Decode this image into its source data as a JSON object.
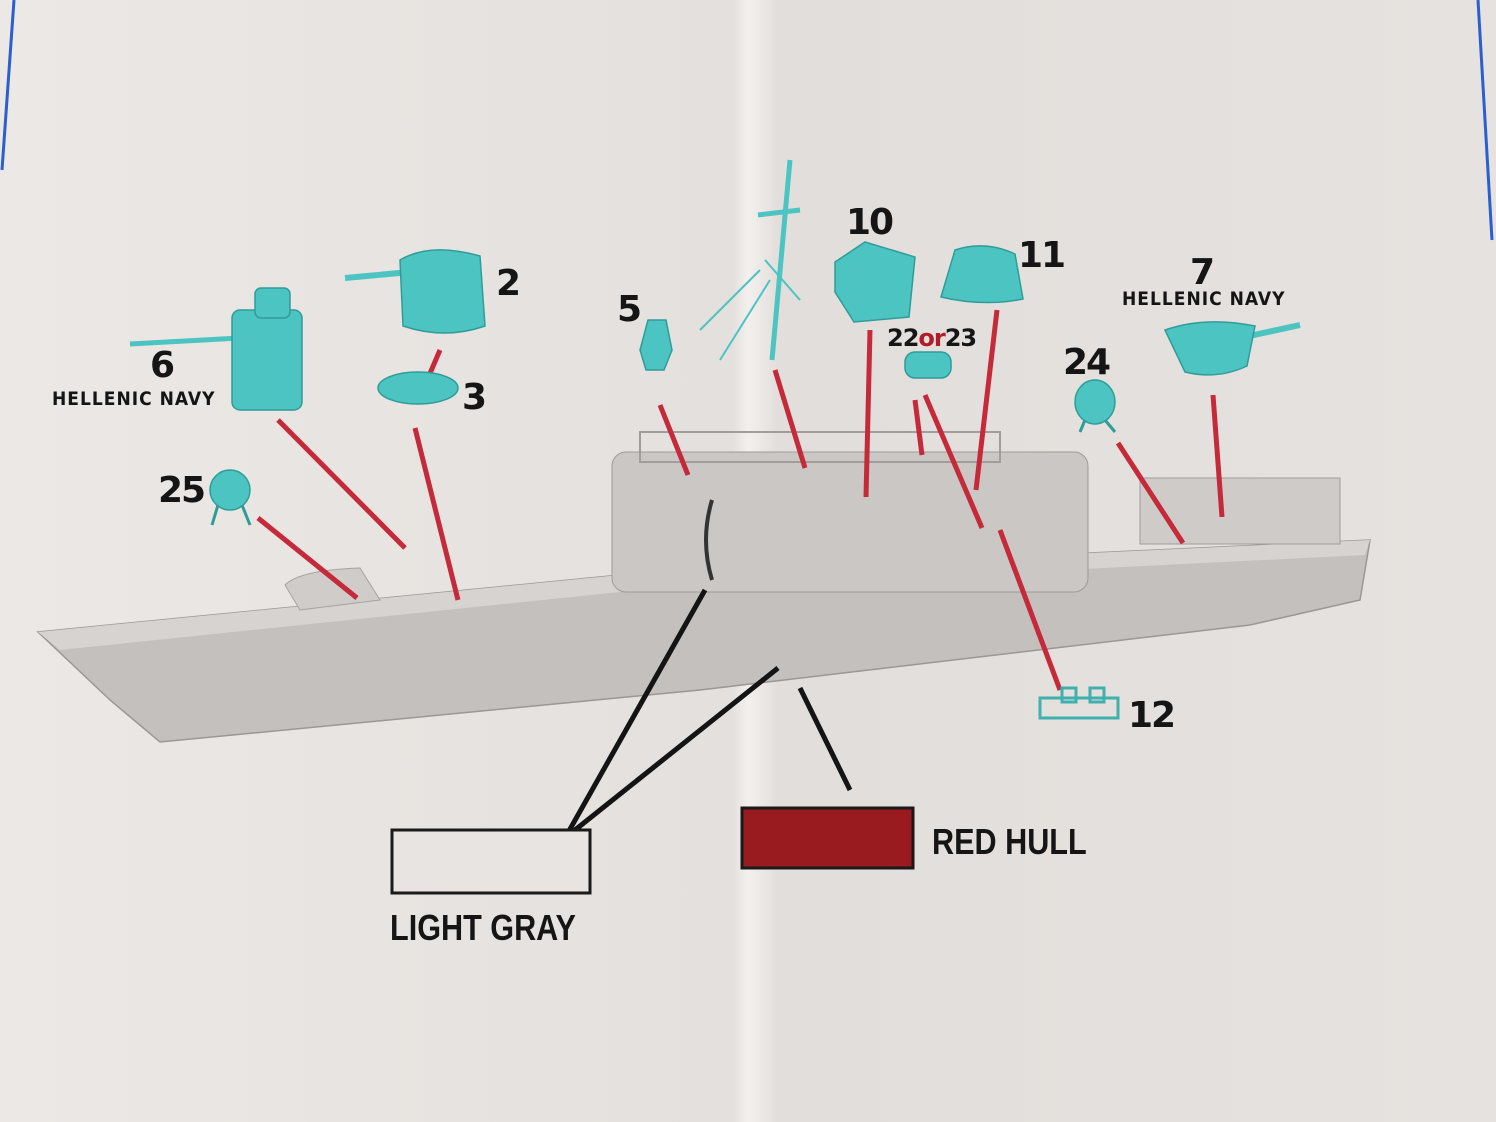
{
  "diagram": {
    "parts": {
      "p2": "2",
      "p3": "3",
      "p5": "5",
      "p6": "6",
      "p7": "7",
      "p10": "10",
      "p11": "11",
      "p12": "12",
      "p22": "22",
      "p_or": "or",
      "p23": "23",
      "p24": "24",
      "p25": "25"
    },
    "captions": {
      "hellenic_navy_6": "HELLENIC NAVY",
      "hellenic_navy_7": "HELLENIC NAVY"
    },
    "legend": {
      "light_gray": "LIGHT GRAY",
      "red_hull": "RED HULL"
    },
    "colors": {
      "paper": "#e6e2df",
      "part": "#4cc4c2",
      "leader": "#c52a3a",
      "hull_gray": "#c9c6c3",
      "red_hull": "#9a1b1f",
      "frame": "#2b5fd0"
    }
  }
}
